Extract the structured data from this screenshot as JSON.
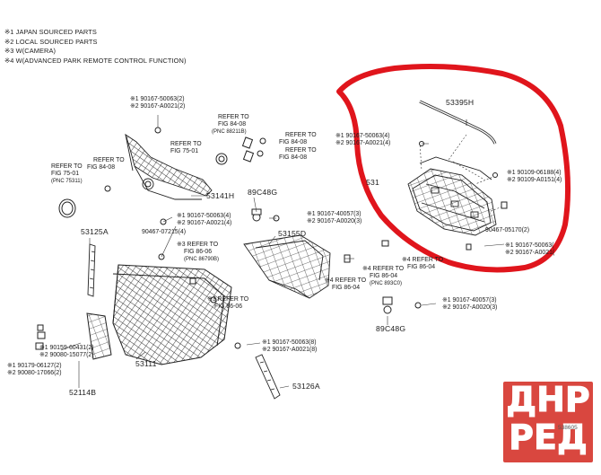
{
  "legend": [
    "※1 JAPAN SOURCED PARTS",
    "※2 LOCAL SOURCED PARTS",
    "※3 W(CAMERA)",
    "※4 W(ADVANCED PARK REMOTE CONTROL FUNCTION)"
  ],
  "parts": {
    "p53395H": "53395H",
    "p53141H": "53141H",
    "p89C48G_top": "89C48G",
    "p53155D": "53155D",
    "p53125A": "53125A",
    "p53111": "53111",
    "p52114B": "52114B",
    "p53126A": "53126A",
    "p89C48G_bottom": "89C48G",
    "p531_partial": "531"
  },
  "callouts": {
    "c_top_left_1": "※1 90167-50063(2)",
    "c_top_left_2": "※2 90167-A0021(2)",
    "c_mid_top_1": "※1 90167-50063(4)",
    "c_mid_top_2": "※2 90167-A0021(4)",
    "c_right_1": "※1 90109-06188(4)",
    "c_right_2": "※2 90109-A0151(4)",
    "c_90467_05170": "90467-05170(2)",
    "c_left_grille_1": "※1 90167-50063(4)",
    "c_left_grille_2": "※2 90167-A0021(4)",
    "c_90467_07215": "90467-07215(4)",
    "c_center_1": "※1 90167-40057(3)",
    "c_center_2": "※2 90167-A0020(3)",
    "c_right_mid_1": "※1 90167-50063(",
    "c_right_mid_2": "※2 90167-A0021(",
    "c_right_low_1": "※1 90167-40057(3)",
    "c_right_low_2": "※2 90167-A0020(3)",
    "c_bottom_center_1": "※1 90167-50063(8)",
    "c_bottom_center_2": "※2 90167-A0021(8)",
    "c_plate_1": "※1 90159-60431(2)",
    "c_plate_2": "※2 90080-15077(2)",
    "c_plate_3": "※1 90179-06127(2)",
    "c_plate_4": "※2 90080-17066(2)"
  },
  "refs": {
    "r_fig84_08_a": {
      "l1": "REFER TO",
      "l2": "FIG 84-08",
      "pnc": "(PNC 88211B)"
    },
    "r_fig84_08_b": {
      "l1": "REFER TO",
      "l2": "FIG 84-08"
    },
    "r_fig84_08_c": {
      "l1": "REFER TO",
      "l2": "FIG 84-08"
    },
    "r_fig75_01_a": {
      "l1": "REFER TO",
      "l2": "FIG 75-01"
    },
    "r_fig84_08_d": {
      "l1": "REFER TO",
      "l2": "FIG 84-08"
    },
    "r_fig75_01_b": {
      "l1": "REFER TO",
      "l2": "FIG 75-01",
      "pnc": "(PNC 75311)"
    },
    "r_fig86_06_a": {
      "l1": "※3 REFER TO",
      "l2": "FIG 86-06",
      "pnc": "(PNC 86790B)"
    },
    "r_fig86_06_b": {
      "l1": "※3 REFER TO",
      "l2": "FIG 86-06"
    },
    "r_fig86_04_a": {
      "l1": "※4 REFER TO",
      "l2": "FIG 86-04"
    },
    "r_fig86_04_b": {
      "l1": "※4 REFER TO",
      "l2": "FIG 86-04",
      "pnc": "(PNC 893C0)"
    },
    "r_fig86_04_c": {
      "l1": "※4 REFER TO",
      "l2": "FIG 86-04"
    }
  },
  "watermark": {
    "line1": "ДНР",
    "line2": "РЕД",
    "catalog_no": "538605"
  },
  "colors": {
    "ink": "#1a1a1a",
    "highlight": "#e0151c",
    "watermark": "#d9473f"
  }
}
